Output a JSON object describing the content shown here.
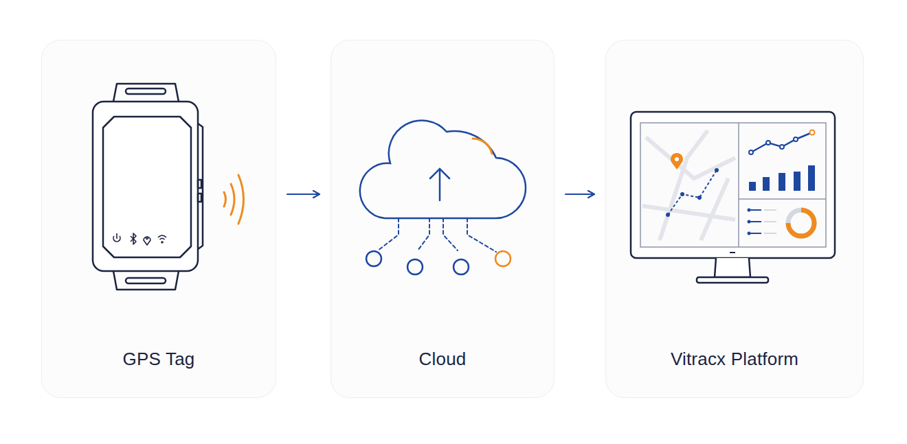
{
  "diagram": {
    "nodes": [
      {
        "text": [
          "GPS Tag"
        ]
      },
      {
        "text": [
          "Cloud"
        ]
      },
      {
        "text": [
          "Vitracx Platform"
        ]
      }
    ],
    "edges": [
      {
        "from": 0,
        "to": 1,
        "arrow": "to"
      },
      {
        "from": 1,
        "to": 2,
        "arrow": "to"
      }
    ]
  }
}
